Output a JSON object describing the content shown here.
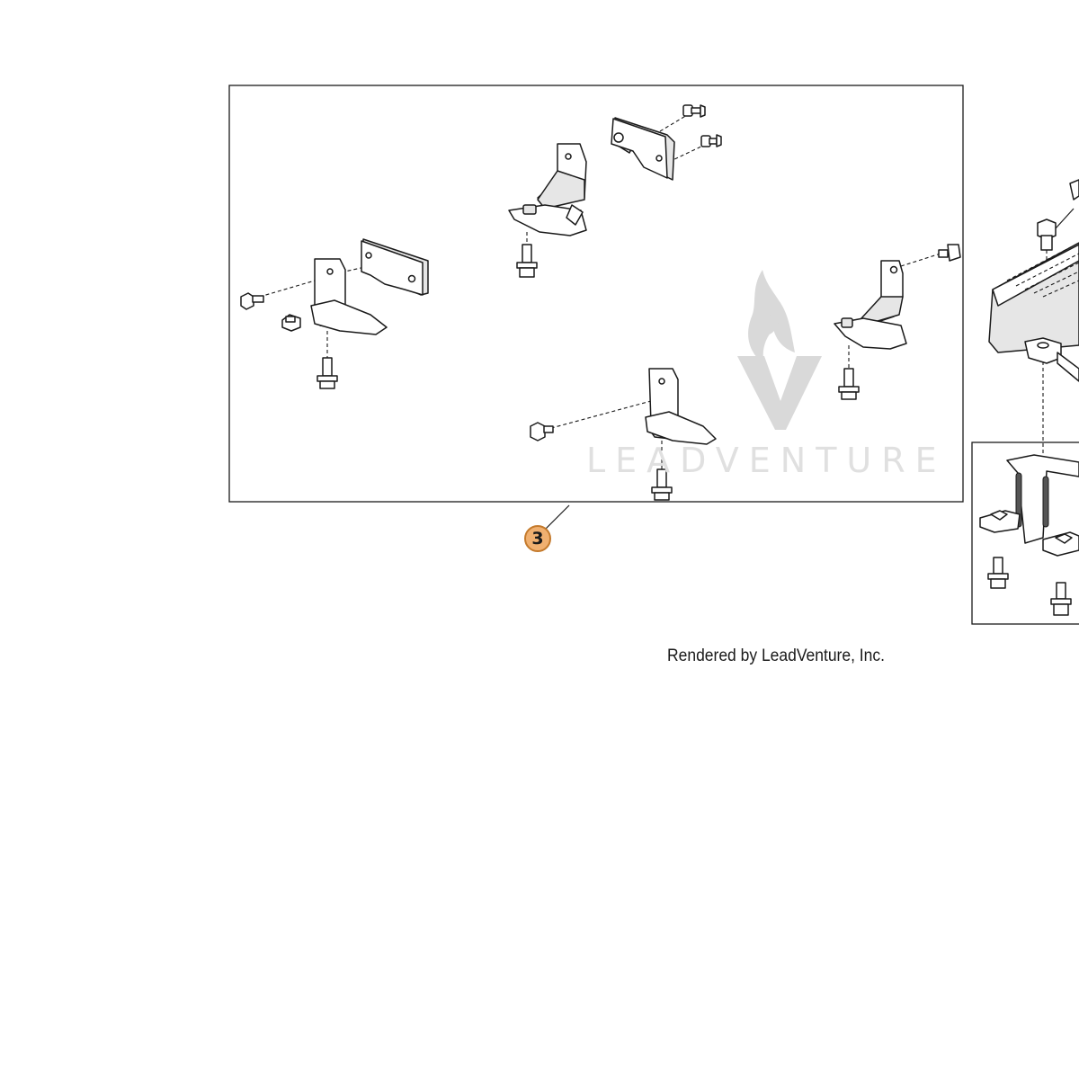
{
  "diagram": {
    "callouts": [
      {
        "number": "3",
        "color": "#f0b070",
        "border": "#c47a2c"
      }
    ],
    "watermark": {
      "text": "LEADVENTURE",
      "icon": "flame-v-logo"
    },
    "footer": {
      "credit": "Rendered by LeadVenture, Inc."
    }
  }
}
